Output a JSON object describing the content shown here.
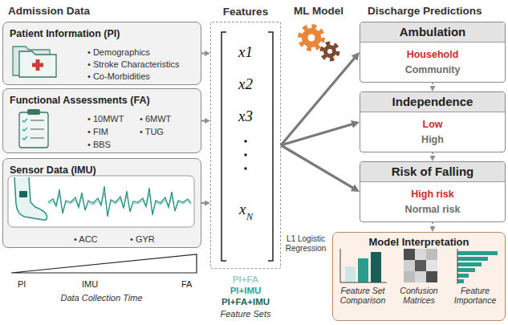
{
  "diagram": {
    "nodes": [
      {
        "text": [
          "Patient Information (PI)",
          "• Demographics",
          "• Stroke Characteristics",
          "• Co-Morbidities"
        ]
      },
      {
        "text": [
          "Functional Assessments (FA)",
          "• 10MWT",
          "• FIM",
          "• BBS",
          "• 6MWT",
          "• TUG"
        ]
      },
      {
        "text": [
          "Sensor Data (IMU)",
          "• ACC",
          "• GYR"
        ]
      },
      {
        "text": [
          "Features",
          "x1",
          "x2",
          "x3",
          "x",
          "N"
        ]
      },
      {
        "text": [
          "Ambulation",
          "Household",
          "Community"
        ]
      },
      {
        "text": [
          "Independence",
          "Low",
          "High"
        ]
      },
      {
        "text": [
          "Risk of Falling",
          "High risk",
          "Normal risk"
        ]
      },
      {
        "text": [
          "Model Interpretation",
          "Feature Set Comparison",
          "Confusion Matrices",
          "Feature Importance"
        ]
      }
    ],
    "edges": [
      {
        "from": 0,
        "to": 3,
        "arrow": "to"
      },
      {
        "from": 1,
        "to": 3,
        "arrow": "to"
      },
      {
        "from": 2,
        "to": 3,
        "arrow": "to"
      },
      {
        "from": 3,
        "to": 4,
        "arrow": "to"
      },
      {
        "from": 3,
        "to": 5,
        "arrow": "to"
      },
      {
        "from": 3,
        "to": 6,
        "arrow": "to"
      },
      {
        "from": 4,
        "to": 5,
        "arrow": "to"
      },
      {
        "from": 5,
        "to": 6,
        "arrow": "to"
      },
      {
        "from": 6,
        "to": 7,
        "arrow": "to"
      }
    ],
    "labels": [
      "Admission Data",
      "ML Model",
      "Discharge Predictions",
      "PI",
      "IMU",
      "FA",
      "Data Collection Time",
      "PI+FA",
      "PI+IMU",
      "PI+FA+IMU",
      "Feature Sets",
      "L1 Logistic Regression"
    ]
  }
}
